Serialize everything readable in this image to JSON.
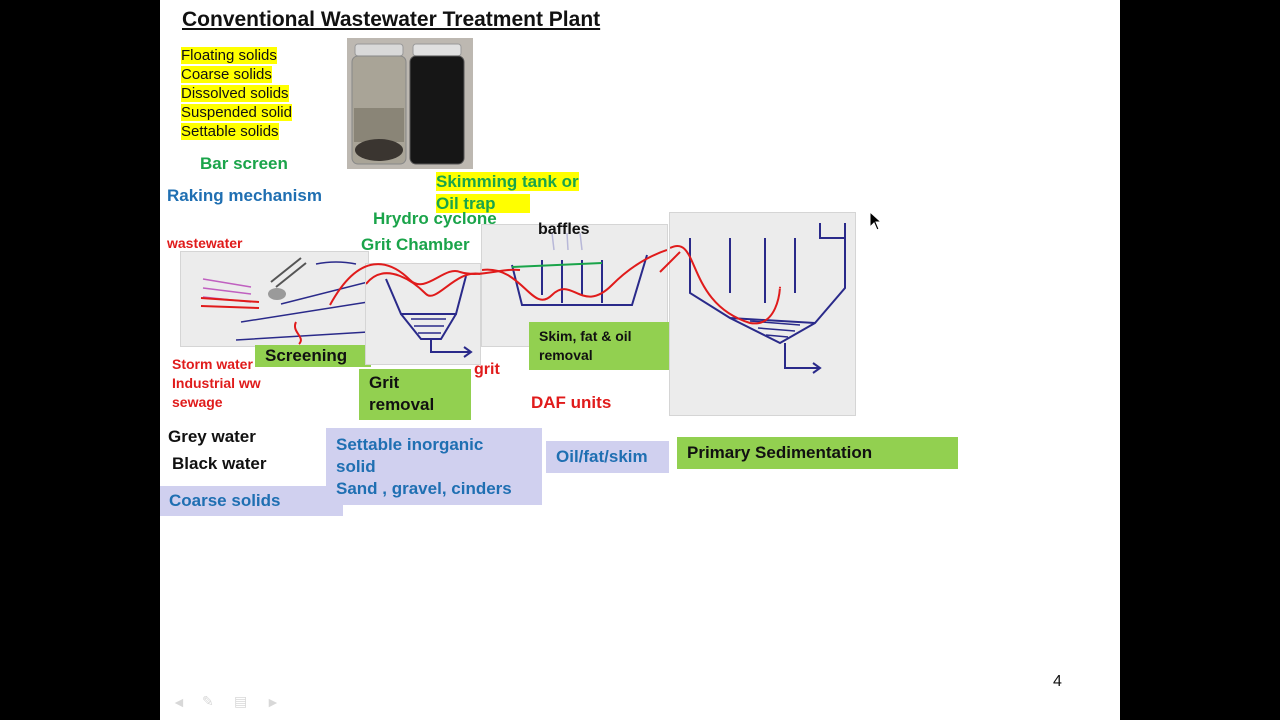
{
  "slide": {
    "title": "Conventional Wastewater Treatment Plant",
    "page_number": "4",
    "solids": [
      "Floating solids",
      "Coarse solids",
      "Dissolved solids",
      "Suspended solid",
      "Settable solids"
    ],
    "labels": {
      "bar_screen": "Bar screen",
      "raking": "Raking mechanism",
      "skimming": "Skimming tank or",
      "oil_trap": "Oil trap",
      "hydro_cyclone": "Hrydro cyclone",
      "grit_chamber": "Grit Chamber",
      "baffles": "baffles",
      "wastewater": "wastewater",
      "storm_water": "Storm water",
      "industrial_ww": "Industrial ww",
      "sewage": "sewage",
      "screening": "Screening",
      "grit_removal_1": "Grit",
      "grit_removal_2": "removal",
      "grit": "grit",
      "skim_1": "Skim, fat & oil",
      "skim_2": "removal",
      "daf": "DAF units",
      "grey_water": "Grey water",
      "black_water": "Black water",
      "coarse_solids": "Coarse solids",
      "settable_1": "Settable inorganic",
      "settable_2": "solid",
      "settable_3": "Sand , gravel, cinders",
      "oil_fat_skim": "Oil/fat/skim",
      "primary_sed": "Primary  Sedimentation"
    },
    "colors": {
      "highlight": "#ffff00",
      "green_box": "#92d050",
      "lavender_box": "#d0d0ef",
      "green_text": "#1aa44a",
      "blue_text": "#1f6fb2",
      "red_text": "#e01b1b"
    }
  }
}
